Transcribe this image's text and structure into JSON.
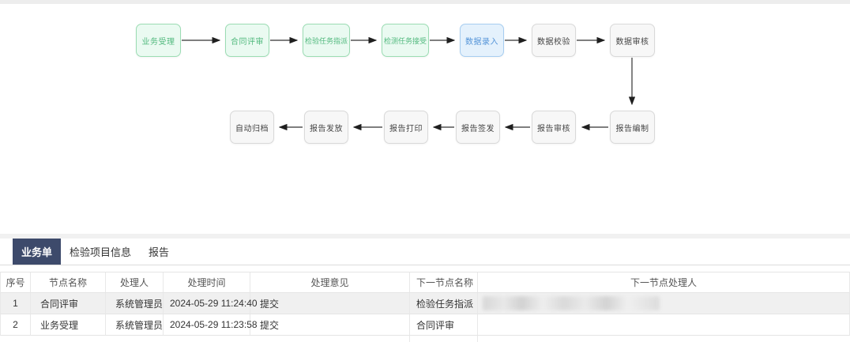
{
  "flowchart": {
    "nodes": [
      {
        "label": "业务受理",
        "status": "done"
      },
      {
        "label": "合同评审",
        "status": "done"
      },
      {
        "label": "检验任务指派",
        "status": "done"
      },
      {
        "label": "检测任务接受",
        "status": "done"
      },
      {
        "label": "数据录入",
        "status": "current"
      },
      {
        "label": "数据校验",
        "status": "pending"
      },
      {
        "label": "数据审核",
        "status": "pending"
      },
      {
        "label": "报告编制",
        "status": "pending"
      },
      {
        "label": "报告审核",
        "status": "pending"
      },
      {
        "label": "报告签发",
        "status": "pending"
      },
      {
        "label": "报告打印",
        "status": "pending"
      },
      {
        "label": "报告发放",
        "status": "pending"
      },
      {
        "label": "自动归档",
        "status": "pending"
      }
    ],
    "colors": {
      "done_bg": "#eafaf1",
      "done_border": "#9bdcb3",
      "done_text": "#52b97e",
      "current_bg": "#e4f1fc",
      "current_border": "#a6cdf0",
      "current_text": "#5494d8",
      "pending_bg": "#f7f7f7",
      "pending_border": "#d9d9d9",
      "pending_text": "#444444",
      "arrow": "#333333",
      "active_tab_bg": "#3d4a6b"
    }
  },
  "tabs": [
    {
      "label": "业务单",
      "active": true
    },
    {
      "label": "检验项目信息",
      "active": false
    },
    {
      "label": "报告",
      "active": false
    }
  ],
  "table": {
    "headers": [
      "序号",
      "节点名称",
      "处理人",
      "处理时间",
      "处理意见",
      "下一节点名称",
      "下一节点处理人"
    ],
    "rows": [
      {
        "seq": "1",
        "node": "合同评审",
        "handler": "系统管理员",
        "time": "2024-05-29 11:24:40",
        "opinion": "提交",
        "next_node": "检验任务指派",
        "next_handler": "",
        "next_handler_blurred": true
      },
      {
        "seq": "2",
        "node": "业务受理",
        "handler": "系统管理员",
        "time": "2024-05-29 11:23:58",
        "opinion": "提交",
        "next_node": "合同评审",
        "next_handler": "",
        "next_handler_blurred": false
      }
    ]
  }
}
